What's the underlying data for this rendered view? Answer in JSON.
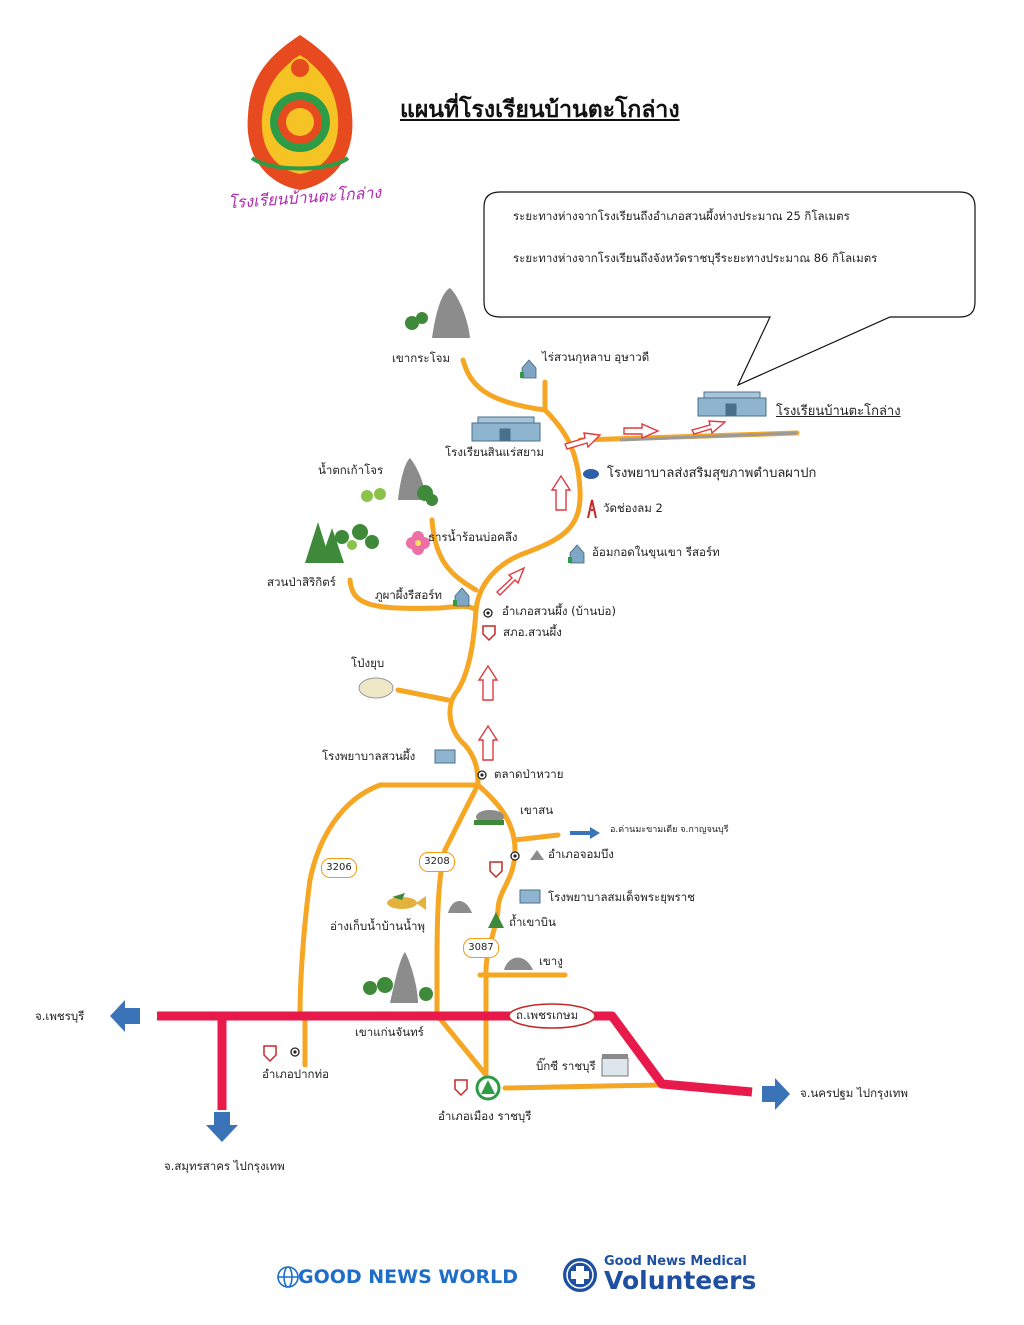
{
  "title": "แผนที่โรงเรียนบ้านตะโกล่าง",
  "logo_text": "โรงเรียนบ้านตะโกล่าง",
  "distance_notes": [
    "ระยะทางห่างจากโรงเรียนถึงอำเภอสวนผึ้งห่างประมาณ 25  กิโลเมตร",
    "ระยะทางห่างจากโรงเรียนถึงจังหวัดราชบุรีระยะทางประมาณ 86 กิโลเมตร"
  ],
  "places": {
    "khao_krachom": "เขากระโจม",
    "rai_suan": "ไร่สวนกุหลาบ อุษาวดี",
    "school_target": "โรงเรียนบ้านตะโกล่าง",
    "rong_rian_sinrae": "โรงเรียนสินแร่สยาม",
    "hospital_pha_pok": "โรงพยาบาลส่งสริมสุขภาพตำบลผาปก",
    "namtok": "น้ำตกเก้าโจร",
    "wat_chong_lom": "วัดช่องลม 2",
    "than_nam_ron": "ธารน้ำร้อนบ่อคลึง",
    "om_kod": "อ้อมกอดในขุนเขา รีสอร์ท",
    "suan_pa": "สวนป่าสิริกิตร์",
    "phupha_phueng": "ภูผาผึ้งรีสอร์ท",
    "amphoe_suan_phueng": "อำเภอสวนผึ้ง (บ้านบ่อ)",
    "police_suan_phueng": "สภอ.สวนผึ้ง",
    "pong_yup": "โป่งยุบ",
    "hospital_suan_phueng": "โรงพยาบาลสวนผึ้ง",
    "talad_pa_wai": "ตลาดป่าหวาย",
    "khao_son": "เขาสน",
    "dan_makham": "อ.ด่านมะขามเตีย จ.กาญจนบุรี",
    "amphoe_chom_bueng": "อำเภอจอมบึง",
    "hospital_somdet": "โรงพยาบาลสมเด็จพระยุพราช",
    "reservoir": "อ่างเก็บน้ำบ้านน้ำพุ",
    "tham_khao_bin": "ถ้ำเขาบิน",
    "khao_ngu": "เขางู",
    "khao_kaeng_chan": "เขาแก่นจันทร์",
    "phetkasem": "ถ.เพชรเกษม",
    "big_c": "บิ๊กซี ราชบุรี",
    "amphoe_pak_tho": "อำเภอปากท่อ",
    "amphoe_mueang": "อำเภอเมือง ราชบุรี",
    "to_phetchaburi": "จ.เพชรบุรี",
    "to_nakhon_pathom": "จ.นครปฐม  ไปกรุงเทพ",
    "to_samut_sakhon": "จ.สมุทรสาคร ไปกรุงเทพ"
  },
  "route_numbers": [
    "3206",
    "3208",
    "3087"
  ],
  "footer": {
    "good_news_world": "GOOD NEWS WORLD",
    "gnmv_small": "Good News Medical",
    "gnmv_big": "Volunteers"
  },
  "colors": {
    "road": "#F5A623",
    "highway": "#E8194B",
    "arrow_blue": "#3B73B9",
    "route_arrow": "#E0393E",
    "logo_purple": "#B02AB0",
    "footer_blue": "#1E6EC8"
  },
  "icons": [
    "school-building-icon",
    "mountain-icon",
    "tree-icon",
    "flower-icon",
    "hut-icon",
    "pin-icon",
    "hospital-icon",
    "police-shield-icon",
    "temple-icon",
    "fish-icon",
    "globe-icon"
  ]
}
